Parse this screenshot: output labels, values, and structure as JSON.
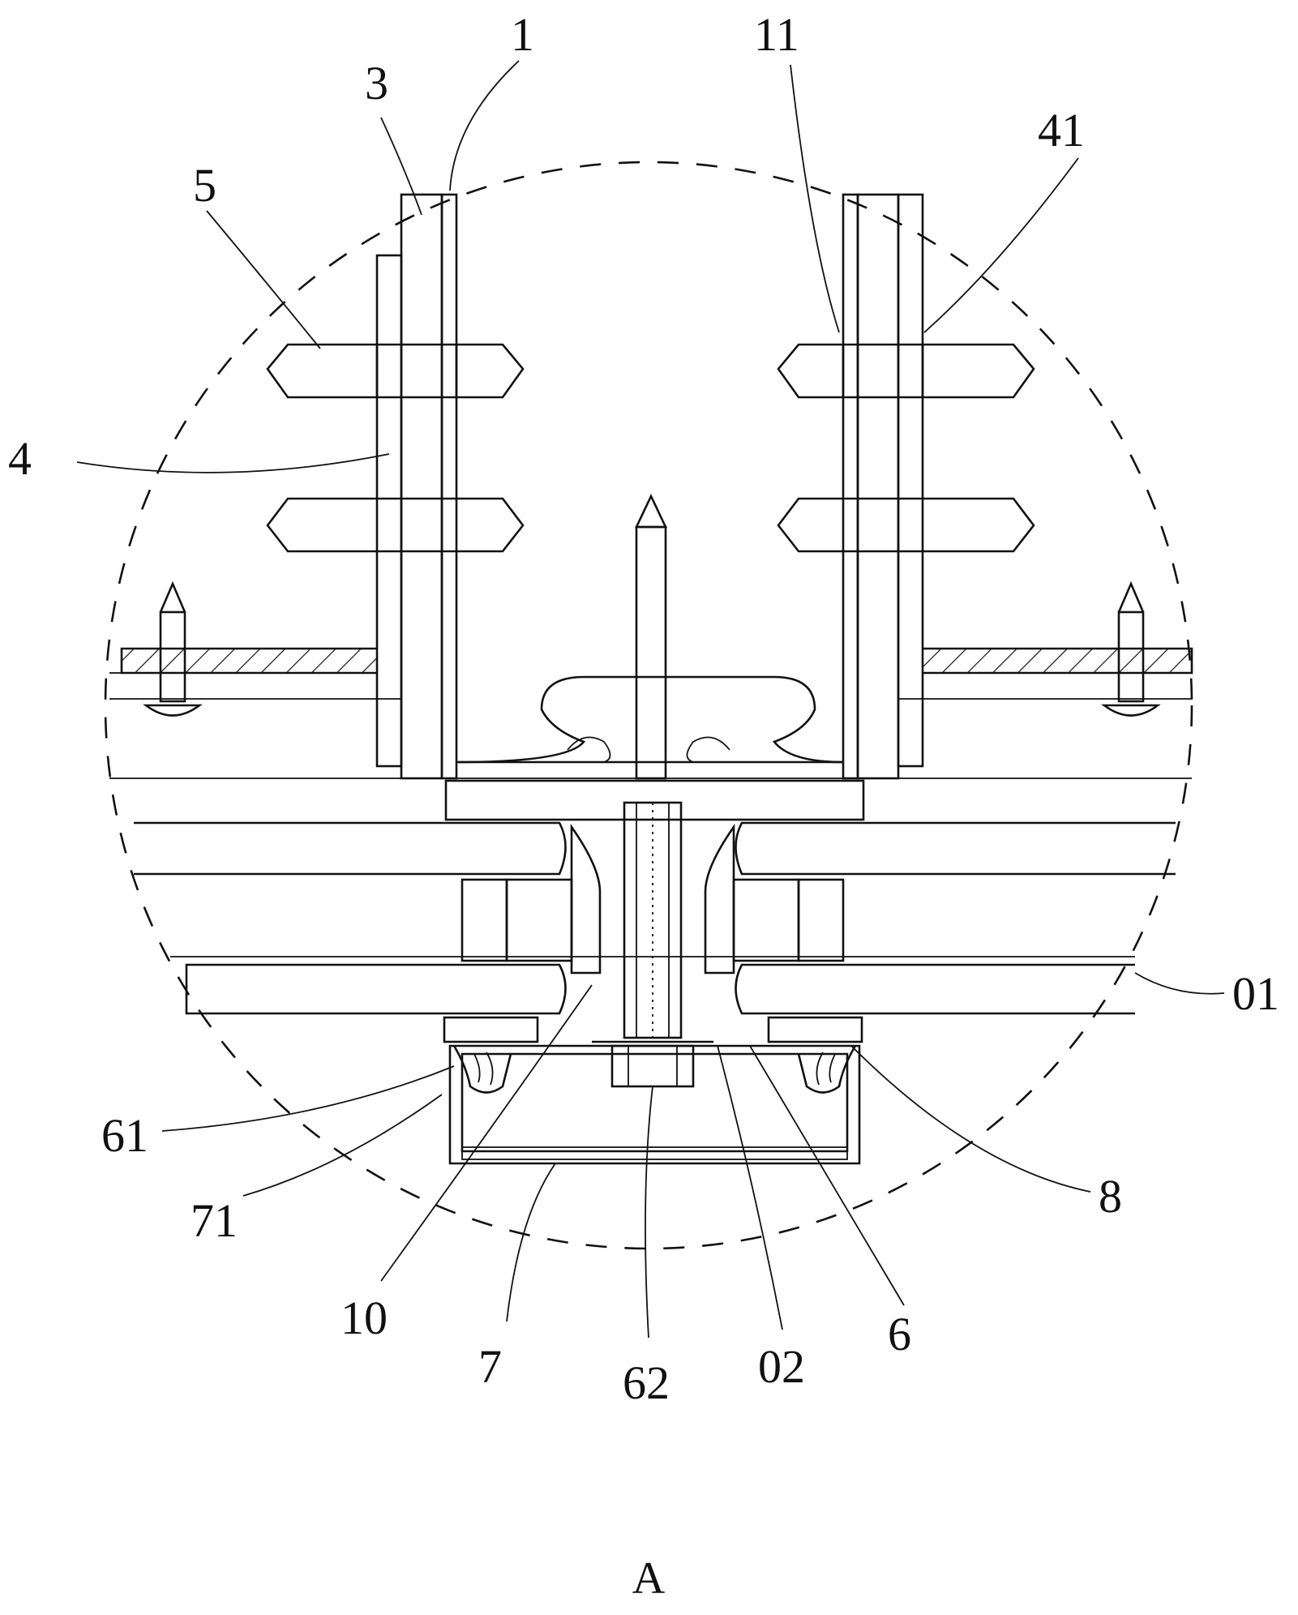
{
  "figure": {
    "caption": "A",
    "labels": {
      "l1": "1",
      "l3": "3",
      "l11": "11",
      "l41": "41",
      "l5": "5",
      "l4": "4",
      "l01": "01",
      "l61": "61",
      "l71": "71",
      "l8": "8",
      "l10": "10",
      "l7": "7",
      "l62": "62",
      "l02": "02",
      "l6": "6"
    }
  }
}
